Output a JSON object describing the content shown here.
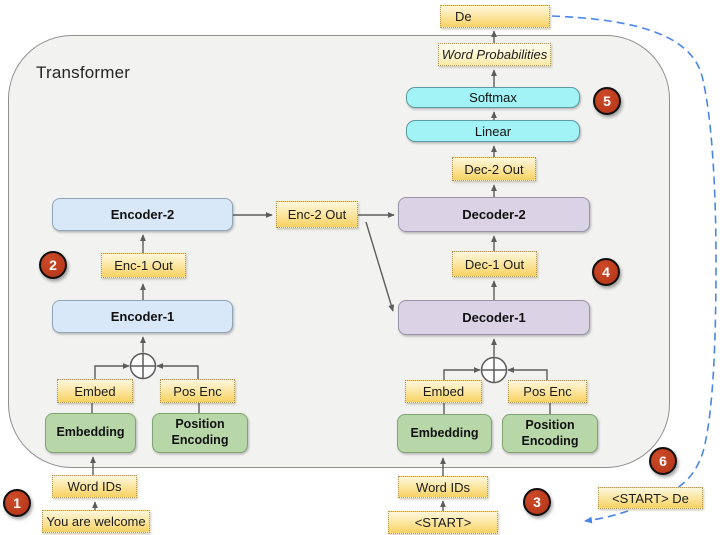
{
  "title": "Transformer",
  "blocks": {
    "encoder1": "Encoder-1",
    "encoder2": "Encoder-2",
    "decoder1": "Decoder-1",
    "decoder2": "Decoder-2",
    "linear": "Linear",
    "softmax": "Softmax",
    "embedding": "Embedding",
    "position_encoding": "Position Encoding"
  },
  "tags": {
    "de": "De",
    "word_probabilities": "Word Probabilities",
    "dec2_out": "Dec-2 Out",
    "dec1_out": "Dec-1 Out",
    "enc2_out": "Enc-2 Out",
    "enc1_out": "Enc-1 Out",
    "embed": "Embed",
    "pos_enc": "Pos Enc",
    "word_ids": "Word IDs",
    "input_text": "You are welcome",
    "start": "<START>",
    "start_de": "<START> De"
  },
  "steps": [
    "1",
    "2",
    "3",
    "4",
    "5",
    "6"
  ],
  "icons": {
    "plus_circle": "circle-plus-add-icon",
    "loop_arrow": "dashed-feedback-arrow-icon"
  },
  "colors": {
    "container_fill": "#f2f2f1",
    "encoder_fill": "#d8e8f8",
    "decoder_fill": "#d9d3e5",
    "output_fill": "#a2f3f5",
    "embedding_fill": "#b7d7a9",
    "tag_fill": "#f8d162",
    "step_fill": "#b23417",
    "arrow": "#5c5c5c",
    "loop_arrow": "#4a86e8"
  }
}
